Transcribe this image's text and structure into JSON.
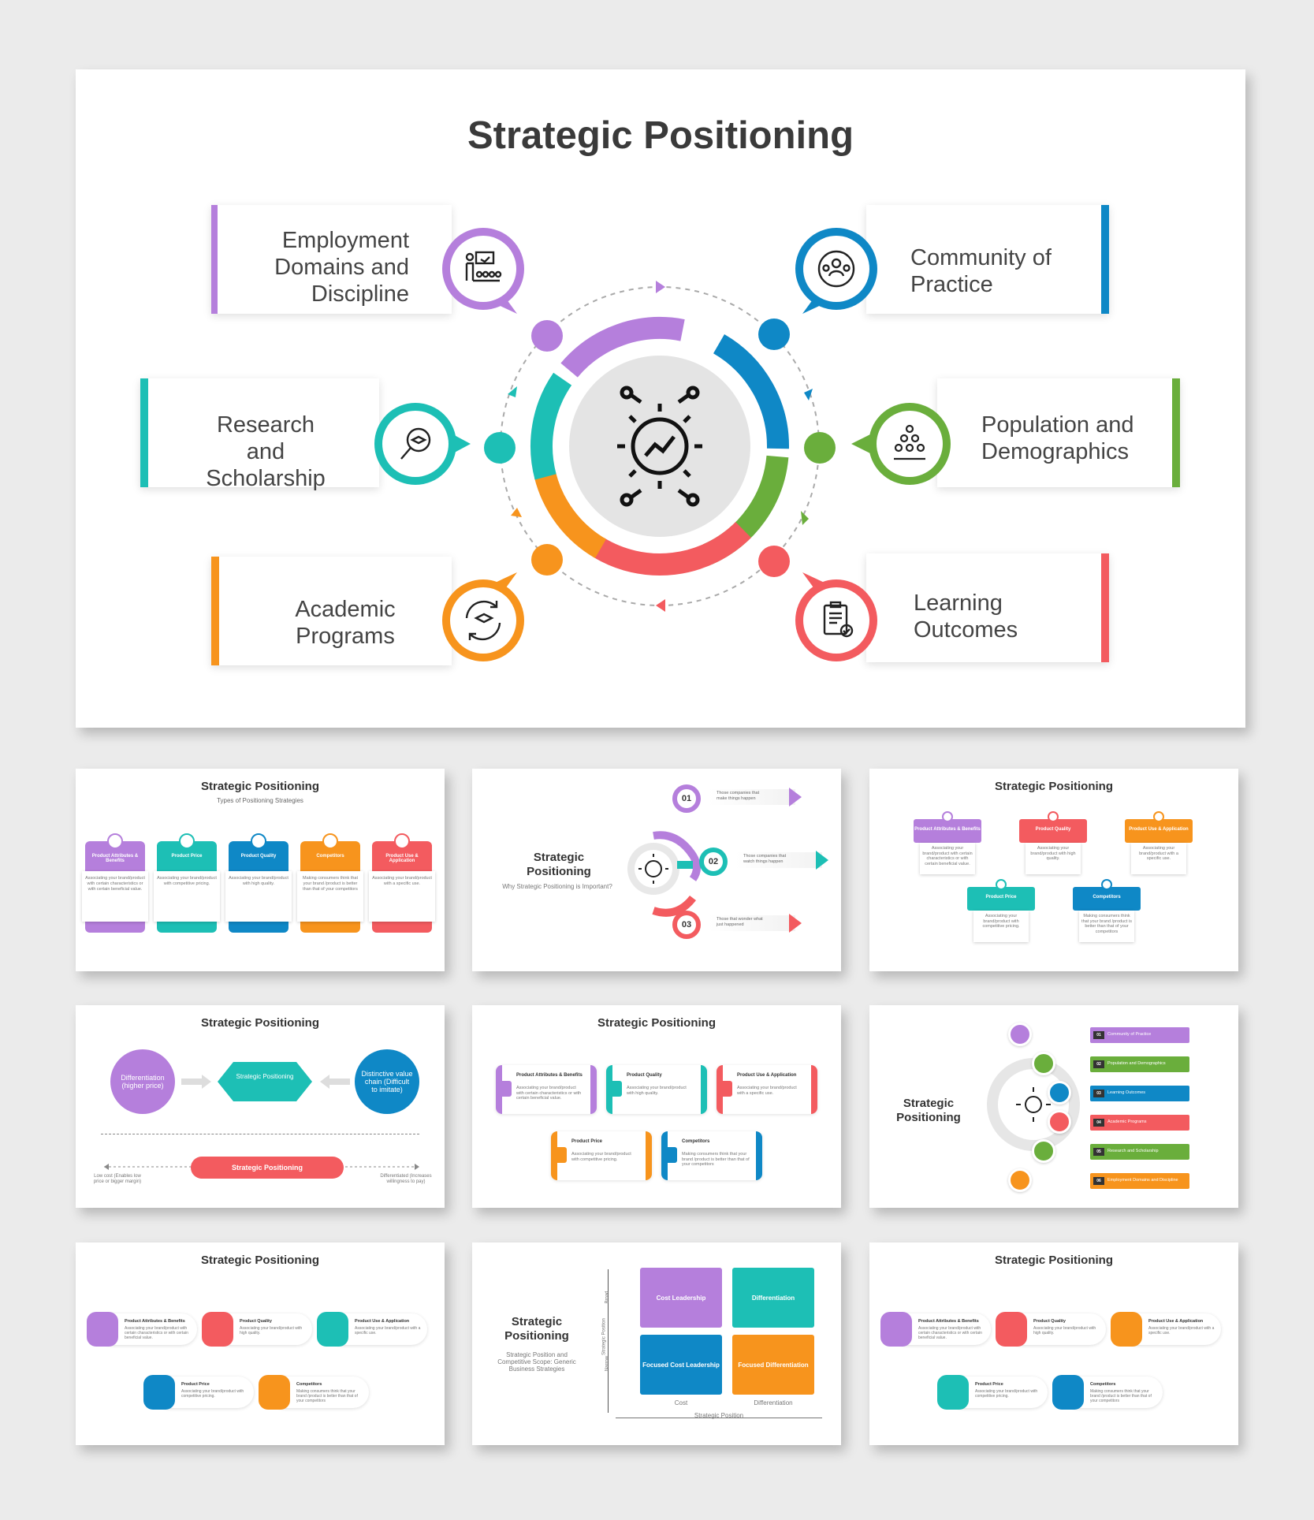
{
  "colors": {
    "purple": "#b57fdc",
    "blue": "#0f88c6",
    "teal": "#1dbfb5",
    "green": "#6aae3c",
    "orange": "#f7941d",
    "red": "#f35b5f"
  },
  "main": {
    "title": "Strategic Positioning",
    "items": [
      {
        "label": "Employment Domains and Discipline",
        "color": "#b57fdc",
        "icon": "teacher-icon"
      },
      {
        "label": "Community of Practice",
        "color": "#0f88c6",
        "icon": "community-icon"
      },
      {
        "label": "Research and Scholarship",
        "color": "#1dbfb5",
        "icon": "research-icon"
      },
      {
        "label": "Population and Demographics",
        "color": "#6aae3c",
        "icon": "population-icon"
      },
      {
        "label": "Academic Programs",
        "color": "#f7941d",
        "icon": "programs-icon"
      },
      {
        "label": "Learning Outcomes",
        "color": "#f35b5f",
        "icon": "outcomes-icon"
      }
    ],
    "center_icon": "gear-growth-icon"
  },
  "thumbs": {
    "t1": {
      "title": "Strategic Positioning",
      "subtitle": "Types of Positioning Strategies",
      "cards": [
        {
          "head": "Product Attributes & Benefits",
          "text": "Associating your brand/product with certain characteristics or with certain beneficial value."
        },
        {
          "head": "Product Price",
          "text": "Associating your brand/product with competitive pricing."
        },
        {
          "head": "Product Quality",
          "text": "Associating your brand/product with high quality."
        },
        {
          "head": "Competitors",
          "text": "Making consumers think that your brand /product is better than that of your competitors"
        },
        {
          "head": "Product Use & Application",
          "text": "Associating your brand/product with a specific use."
        }
      ]
    },
    "t2": {
      "title": "Strategic Positioning",
      "subtitle": "Why Strategic Positioning is Important?",
      "steps": [
        {
          "num": "01",
          "text": "Those companies that make things happen"
        },
        {
          "num": "02",
          "text": "Those companies that watch things happen"
        },
        {
          "num": "03",
          "text": "Those that wonder what just happened"
        }
      ]
    },
    "t3": {
      "title": "Strategic Positioning",
      "cards": [
        {
          "head": "Product Attributes & Benefits",
          "text": "Associating your brand/product with certain characteristics or with certain beneficial value."
        },
        {
          "head": "Product Quality",
          "text": "Associating your brand/product with high quality."
        },
        {
          "head": "Product Use & Application",
          "text": "Associating your brand/product with a specific use."
        },
        {
          "head": "Product Price",
          "text": "Associating your brand/product with competitive pricing."
        },
        {
          "head": "Competitors",
          "text": "Making consumers think that your brand /product is better than that of your competitors"
        }
      ]
    },
    "t4": {
      "title": "Strategic Positioning",
      "left": "Differentiation (higher price)",
      "middle": "Strategic Positioning",
      "right": "Distinctive value chain (Difficult to imitate)",
      "bar": "Strategic Positioning",
      "low": "Low cost (Enables low price or bigger margin)",
      "high": "Differentiated (Increases willingness to pay)"
    },
    "t5": {
      "title": "Strategic Positioning",
      "cards": [
        {
          "head": "Product Attributes & Benefits",
          "text": "Associating your brand/product with certain characteristics or with certain beneficial value."
        },
        {
          "head": "Product Quality",
          "text": "Associating your brand/product with high quality."
        },
        {
          "head": "Product Use & Application",
          "text": "Associating your brand/product with a specific use."
        },
        {
          "head": "Product Price",
          "text": "Associating your brand/product with competitive pricing."
        },
        {
          "head": "Competitors",
          "text": "Making consumers think that your brand /product is better than that of your competitors"
        }
      ]
    },
    "t6": {
      "title": "Strategic Positioning",
      "rows": [
        {
          "num": "01",
          "text": "Community of Practice"
        },
        {
          "num": "02",
          "text": "Population and Demographics"
        },
        {
          "num": "03",
          "text": "Learning Outcomes"
        },
        {
          "num": "04",
          "text": "Academic Programs"
        },
        {
          "num": "05",
          "text": "Research and Scholarship"
        },
        {
          "num": "06",
          "text": "Employment Domains and Discipline"
        }
      ]
    },
    "t7": {
      "title": "Strategic Positioning",
      "cards": [
        {
          "head": "Product Attributes & Benefits",
          "text": "Associating your brand/product with certain characteristics or with certain beneficial value."
        },
        {
          "head": "Product Quality",
          "text": "Associating your brand/product with high quality."
        },
        {
          "head": "Product Use & Application",
          "text": "Associating your brand/product with a specific use."
        },
        {
          "head": "Product Price",
          "text": "Associating your brand/product with competitive pricing."
        },
        {
          "head": "Competitors",
          "text": "Making consumers think that your brand /product is better than that of your competitors"
        }
      ]
    },
    "t8": {
      "title": "Strategic Positioning",
      "subtitle": "Strategic Position and Competitive Scope: Generic Business Strategies",
      "q1": "Cost Leadership",
      "q2": "Differentiation",
      "q3": "Focused Cost Leadership",
      "q4": "Focused Differentiation",
      "broad": "Broad",
      "narrow": "Narrow",
      "yaxis": "Strategic Position",
      "cost": "Cost",
      "diff": "Differentiation",
      "xaxis": "Strategic Position"
    },
    "t9": {
      "title": "Strategic Positioning",
      "cards": [
        {
          "head": "Product Attributes & Benefits",
          "text": "Associating your brand/product with certain characteristics or with certain beneficial value."
        },
        {
          "head": "Product Quality",
          "text": "Associating your brand/product with high quality."
        },
        {
          "head": "Product Use & Application",
          "text": "Associating your brand/product with a specific use."
        },
        {
          "head": "Product Price",
          "text": "Associating your brand/product with competitive pricing."
        },
        {
          "head": "Competitors",
          "text": "Making consumers think that your brand /product is better than that of your competitors"
        }
      ]
    }
  }
}
